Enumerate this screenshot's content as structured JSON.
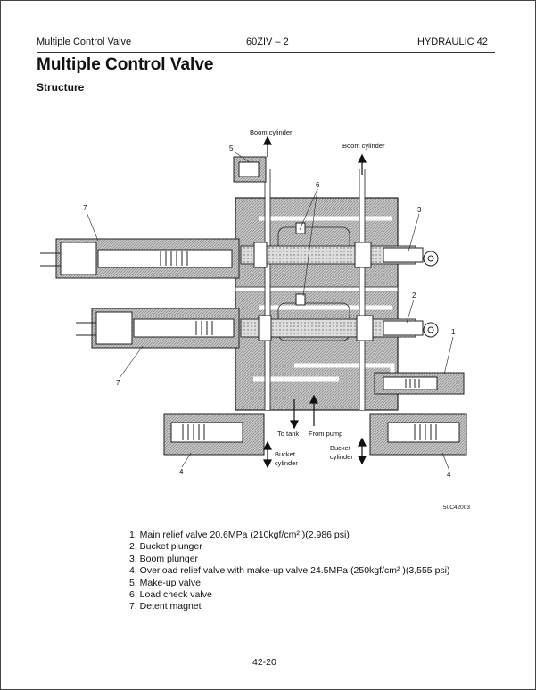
{
  "header": {
    "left": "Multiple Control Valve",
    "center": "60ZIV – 2",
    "right": "HYDRAULIC 42"
  },
  "title": "Multiple Control Valve",
  "subtitle": "Structure",
  "diagram": {
    "labels": {
      "boom_cyl_1": "Boom cylinder",
      "boom_cyl_2": "Boom cylinder",
      "to_tank": "To tank",
      "from_pump": "From pump",
      "bucket_cyl_left_1": "Bucket",
      "bucket_cyl_left_2": "cylinder",
      "bucket_cyl_right_1": "Bucket",
      "bucket_cyl_right_2": "cylinder"
    },
    "callouts": {
      "c1": "1",
      "c2": "2",
      "c3": "3",
      "c4a": "4",
      "c4b": "4",
      "c5": "5",
      "c6": "6",
      "c7a": "7",
      "c7b": "7"
    },
    "figure_code": "50C42003"
  },
  "legend": [
    "1. Main relief valve 20.6MPa (210kgf/cm² )(2,986 psi)",
    "2. Bucket plunger",
    "3. Boom plunger",
    "4. Overload relief valve with make-up valve 24.5MPa (250kgf/cm² )(3,555 psi)",
    "5. Make-up valve",
    "6. Load check valve",
    "7. Detent magnet"
  ],
  "page_number": "42-20"
}
